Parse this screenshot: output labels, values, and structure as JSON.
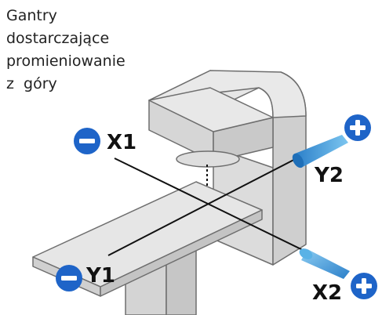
{
  "caption": {
    "lines": [
      "Gantry",
      "dostarczające",
      "promieniowanie",
      "z  góry"
    ]
  },
  "axes": {
    "x1": {
      "label": "X1",
      "sign": "−"
    },
    "x2": {
      "label": "X2",
      "sign": "+"
    },
    "y1": {
      "label": "Y1",
      "sign": "−"
    },
    "y2": {
      "label": "Y2",
      "sign": "+"
    }
  },
  "colors": {
    "badge": "#1e64c8",
    "cone": "#4aa6e0",
    "machine_top": "#e4e4e4",
    "machine_side": "#cfcfcf",
    "outline": "#6e6e6e"
  },
  "icons": {
    "minus": "minus-circle-icon",
    "plus": "plus-circle-icon"
  }
}
